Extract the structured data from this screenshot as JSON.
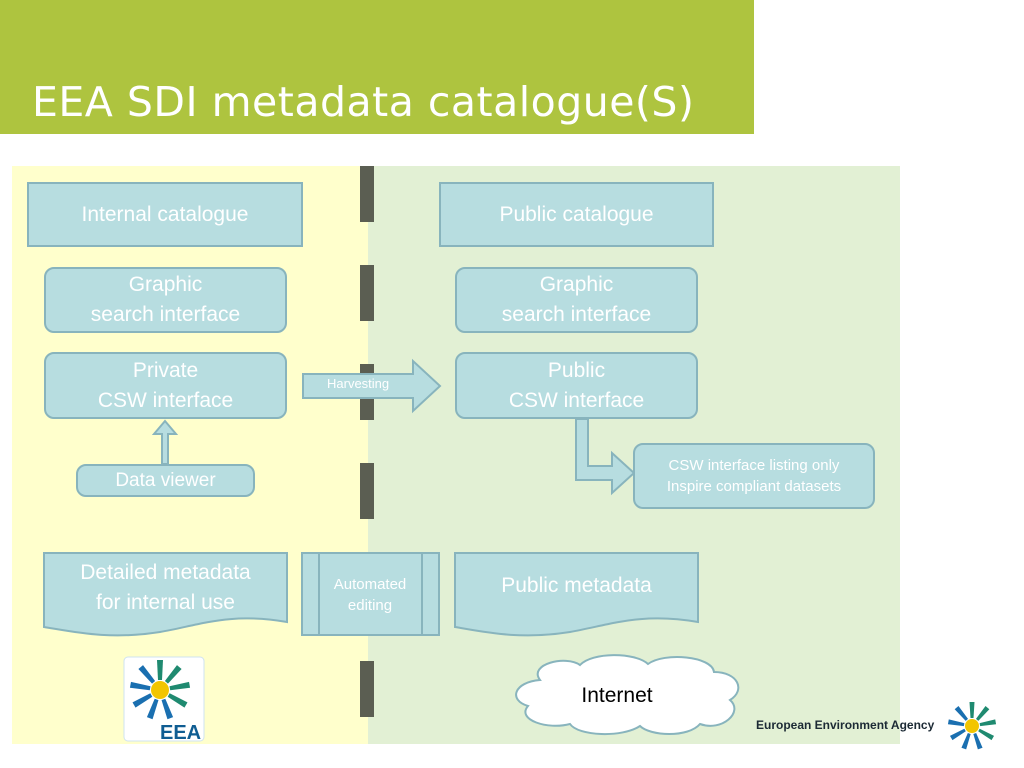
{
  "title": "EEA SDI metadata catalogue(S)",
  "left": {
    "catalogue": "Internal catalogue",
    "graphic_search": "Graphic\nsearch interface",
    "csw_interface": "Private\nCSW interface",
    "data_viewer": "Data viewer",
    "detailed_metadata": "Detailed metadata\nfor internal use"
  },
  "right": {
    "catalogue": "Public catalogue",
    "graphic_search": "Graphic\nsearch interface",
    "csw_interface": "Public\nCSW interface",
    "inspire_listing": "CSW interface listing only\nInspire compliant datasets",
    "public_metadata": "Public metadata",
    "internet": "Internet"
  },
  "process": {
    "harvesting": "Harvesting",
    "automated_editing": "Automated\nediting"
  },
  "branding": {
    "eea_logo_text": "EEA",
    "agency_name": "European Environment Agency"
  },
  "colors": {
    "title_band": "#aec43f",
    "left_zone": "#ffffcc",
    "right_zone": "#e2f0d4",
    "box_fill": "#b7dde0",
    "box_border": "#88b4bd",
    "divider": "#5b5e52"
  }
}
